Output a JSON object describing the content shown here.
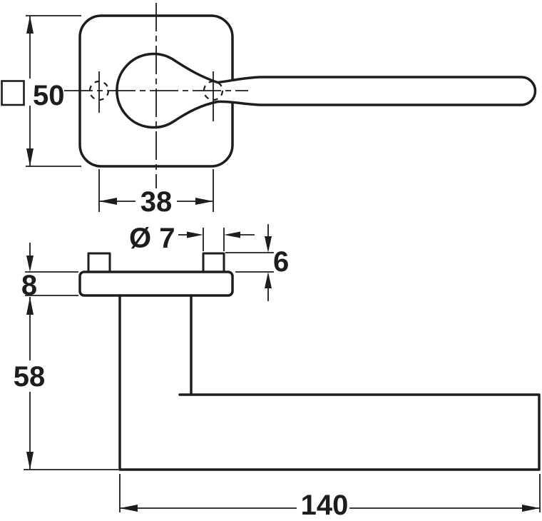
{
  "front_view": {
    "rose_size_label": "50",
    "hole_spacing_label": "38"
  },
  "side_view": {
    "pin_diameter_label": "Ø 7",
    "pin_height_label": "6",
    "rose_thickness_label": "8",
    "grip_depth_label": "58",
    "lever_length_label": "140"
  },
  "colors": {
    "line": "#1d1d1b",
    "background": "#ffffff"
  }
}
